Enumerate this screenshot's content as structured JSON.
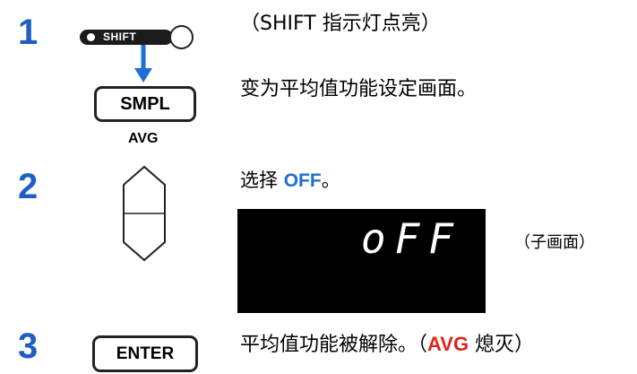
{
  "steps": [
    {
      "number": "1",
      "line1": "（SHIFT 指示灯点亮）",
      "line2": "变为平均值功能设定画面。"
    },
    {
      "number": "2",
      "select_prefix": "选择 ",
      "select_value": "OFF",
      "select_suffix": "。",
      "display_text": "oFF",
      "sub_screen_label": "（子画面）"
    },
    {
      "number": "3",
      "prefix": "平均值功能被解除。（",
      "highlight": "AVG",
      "suffix": " 熄灭）"
    }
  ],
  "keys": {
    "shift": "SHIFT",
    "smpl": "SMPL",
    "avg": "AVG",
    "enter": "ENTER"
  },
  "colors": {
    "step_number": "#1e5fc4",
    "arrow": "#1e6fd8",
    "value_highlight": "#1e6fd8",
    "avg_highlight": "#e2231a",
    "display_bg": "#000000"
  },
  "icons": {
    "arrow": "arrow-down-icon",
    "up_down_key": "up-down-key-icon"
  }
}
